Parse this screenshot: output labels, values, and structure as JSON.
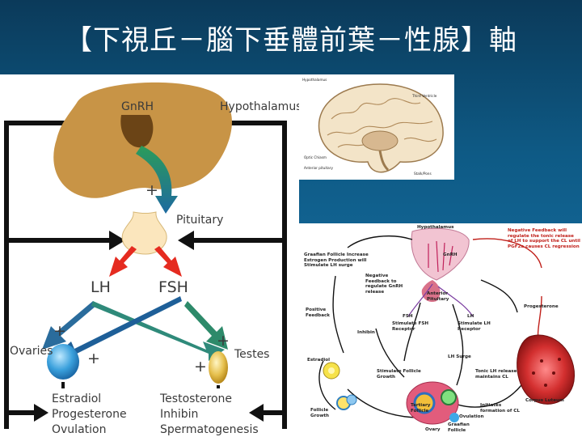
{
  "slide_title": "【下視丘－腦下垂體前葉－性腺】軸",
  "left_diagram": {
    "gnrh": "GnRH",
    "hypothalamus": "Hypothalamus",
    "pituitary": "Pituitary",
    "lh": "LH",
    "fsh": "FSH",
    "ovaries": "Ovaries",
    "testes": "Testes",
    "plus": "+",
    "ovary_products": [
      "Estradiol",
      "Progesterone",
      "Ovulation"
    ],
    "testes_products": [
      "Testosterone",
      "Inhibin",
      "Spermatogenesis"
    ]
  },
  "brain_image": {
    "labels": [
      "Hypothalamus",
      "Third Ventricle",
      "Optic Chiasm",
      "Anterior pituitary",
      "Stalk/Pons"
    ]
  },
  "cycle_diagram": {
    "hypothalamus": "Hypothalamus",
    "gnrh": "GnRH",
    "graafian_note": "Graafian Follicle Increase Estrogen Production will Stimulate LH surge",
    "negative_feedback_left": "Negative Feedback to regulate GnRH release",
    "negative_feedback_right": "Negative Feedback will regulate the tonic release of LH to support the CL until PGF2a causes CL regression",
    "anterior_pituitary": "Anterior Pituitary",
    "positive_feedback": "Positive Feedback",
    "inhibin": "Inhibin",
    "fsh": "FSH",
    "fsh_note": "Stimulate FSH Receptor",
    "lh": "LH",
    "lh_note": "Stimulate LH Receptor",
    "progesterone": "Progesterone",
    "estradiol": "Estradiol",
    "stimulate_growth": "Stimulate Follicle Growth",
    "lh_surge": "LH Surge",
    "tonic_lh": "Tonic LH release maintains CL",
    "follicle_growth": "Follicle Growth",
    "tertiary_follicle": "Tertiary Follicle",
    "ovulation": "Ovulation",
    "graafian_follicle": "Graafian Follicle",
    "ovary": "Ovary",
    "cl_formation": "Initiates formation of CL",
    "corpus_luteum": "Corpus Luteum"
  }
}
